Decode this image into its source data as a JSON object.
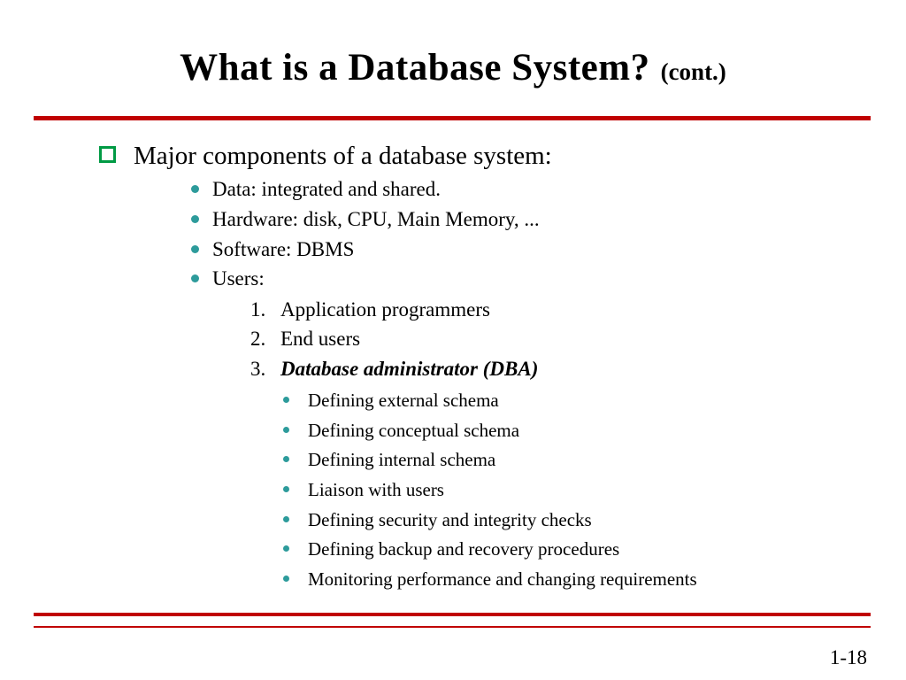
{
  "slide": {
    "title": "What is a Database System?",
    "title_suffix": "(cont.)",
    "colors": {
      "rule": "#c00000",
      "square_bullet": "#009a44",
      "round_bullet": "#2d9b9b"
    },
    "level1": {
      "text": "Major components of a database system:"
    },
    "level2": [
      {
        "text": "Data: integrated and shared."
      },
      {
        "text": "Hardware: disk, CPU, Main Memory, ..."
      },
      {
        "text": "Software: DBMS"
      },
      {
        "text": "Users:"
      }
    ],
    "numbered": [
      {
        "number": "1.",
        "text": "Application programmers"
      },
      {
        "number": "2.",
        "text": "End users"
      },
      {
        "number": "3.",
        "text": "Database administrator (DBA)"
      }
    ],
    "level3": [
      {
        "text": "Defining external schema"
      },
      {
        "text": "Defining conceptual schema"
      },
      {
        "text": "Defining internal schema"
      },
      {
        "text": "Liaison with users"
      },
      {
        "text": "Defining security and integrity checks"
      },
      {
        "text": "Defining backup and recovery procedures"
      },
      {
        "text": "Monitoring performance and changing requirements"
      }
    ],
    "page_number": "1-18"
  }
}
